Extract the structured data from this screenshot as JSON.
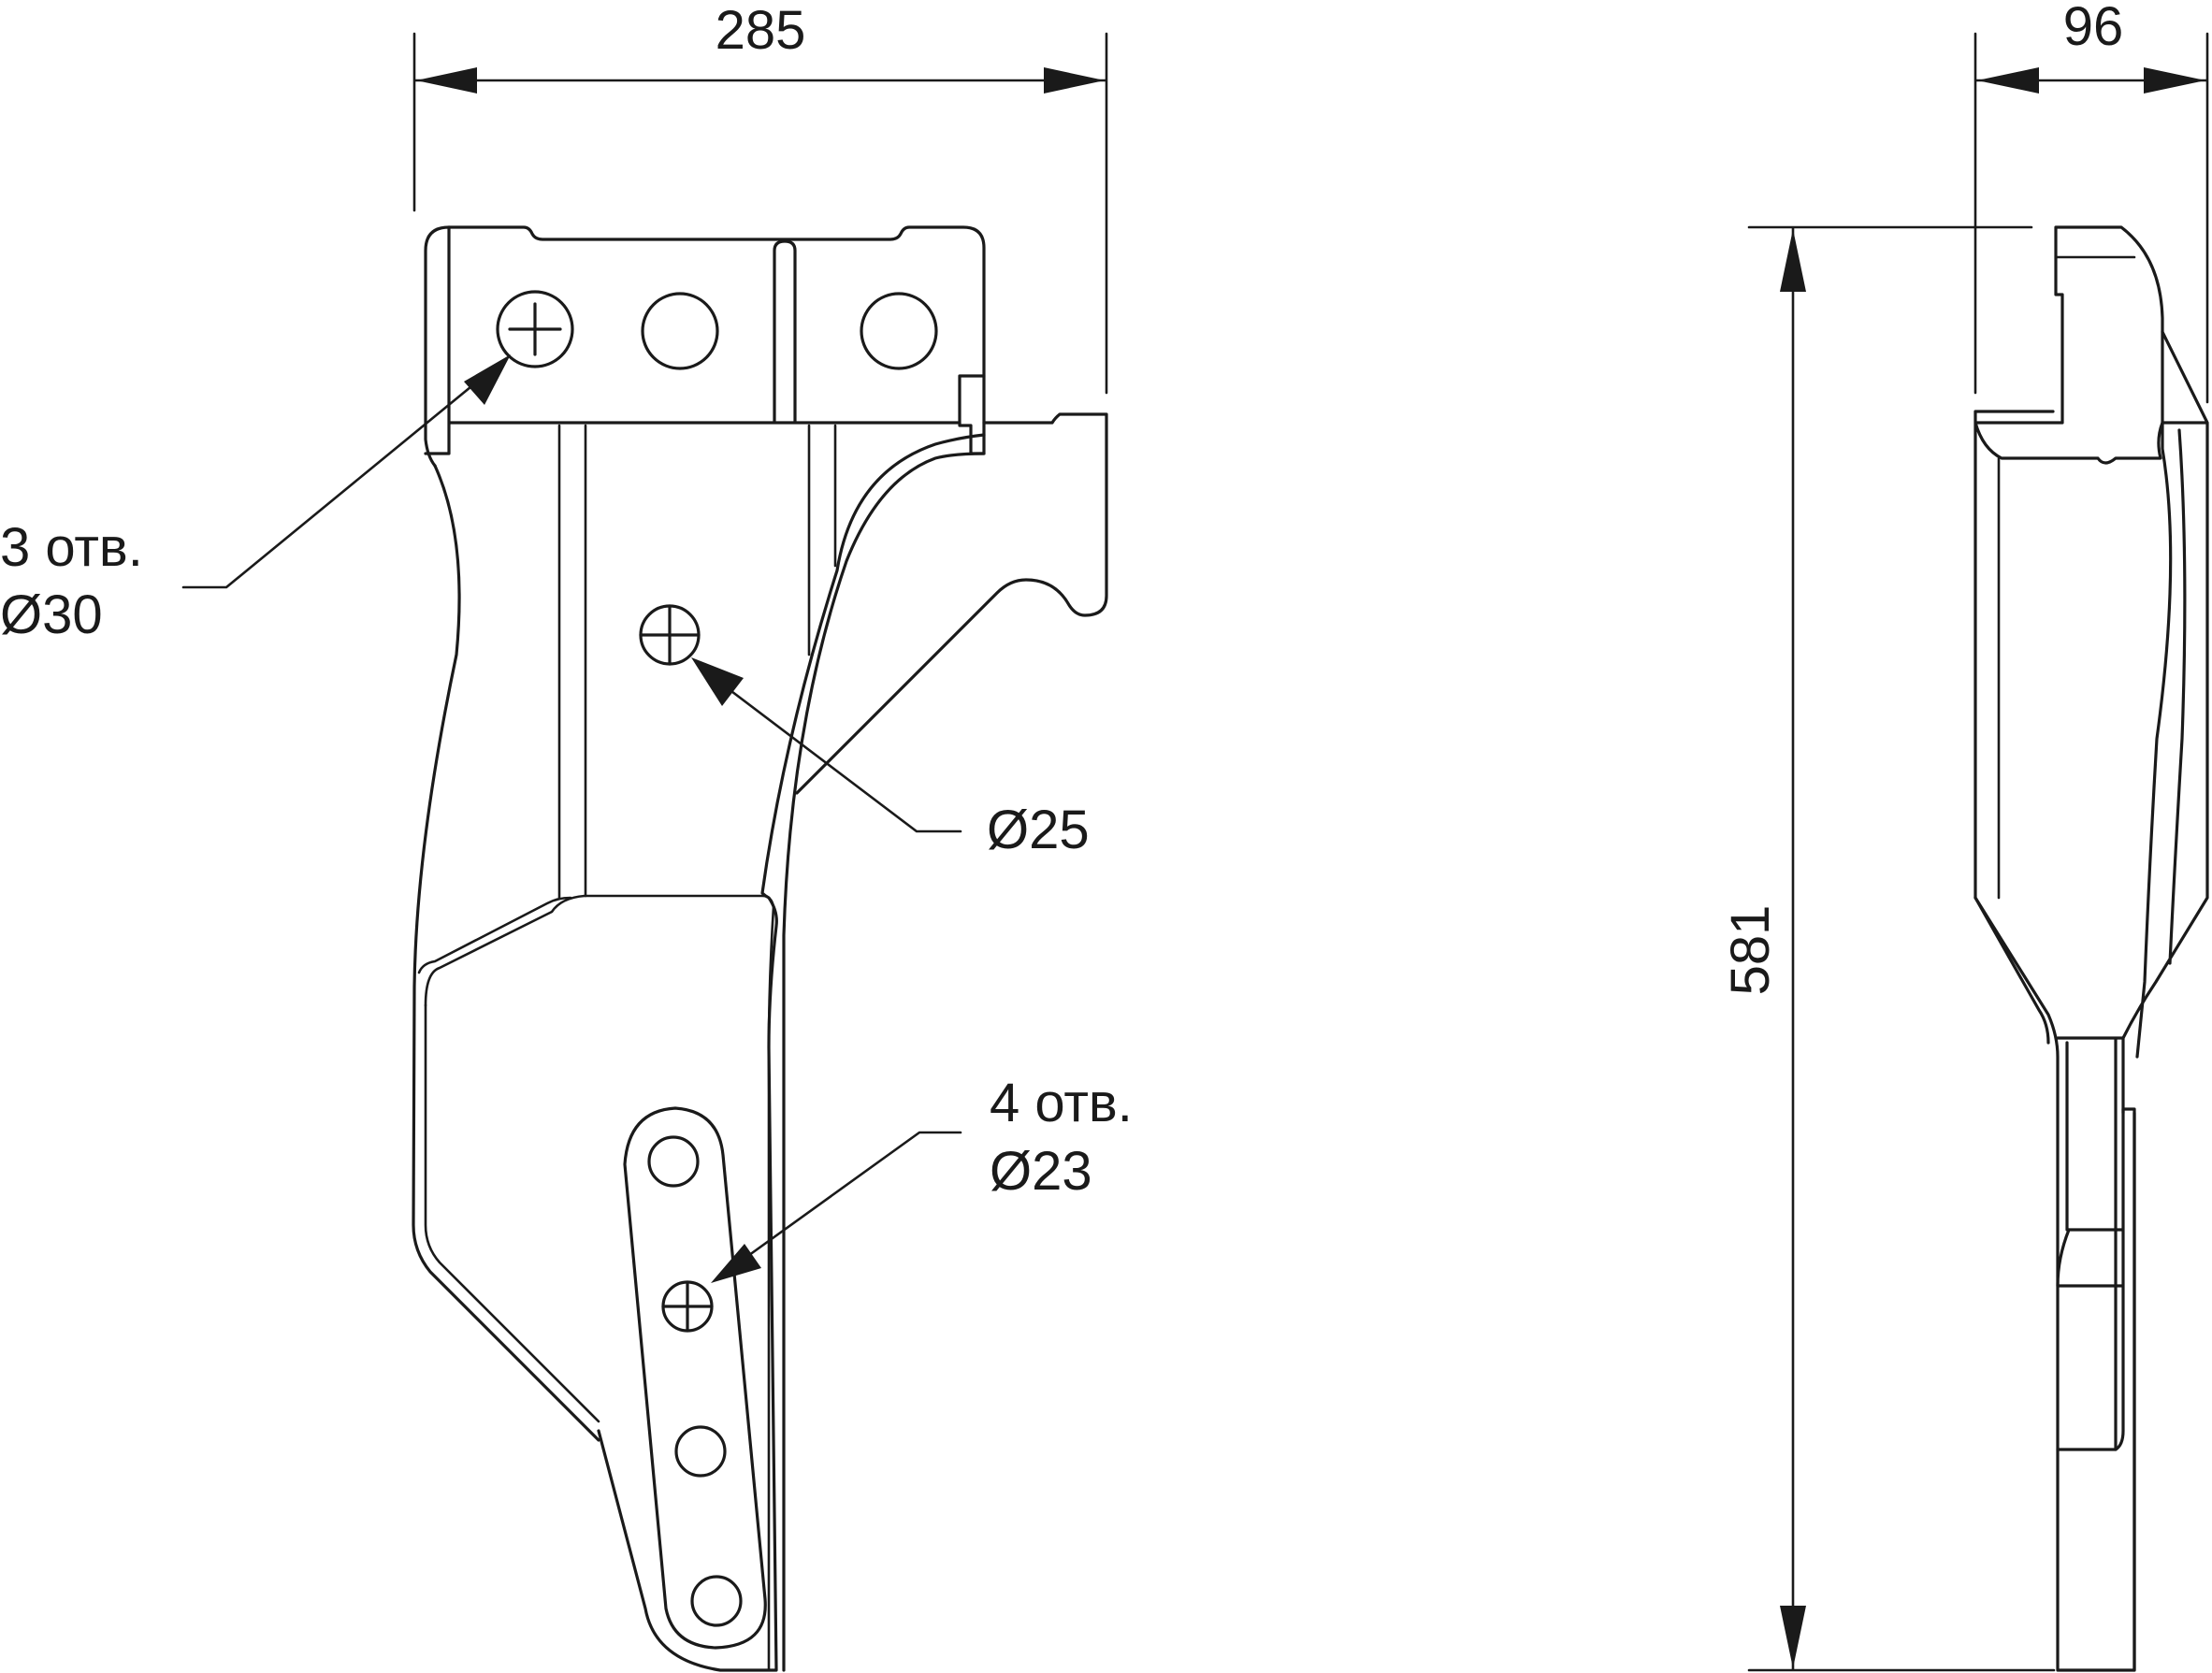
{
  "dimensions": {
    "width_label": "285",
    "depth_label": "96",
    "height_label": "581"
  },
  "callouts": {
    "holes_30": {
      "count_label": "3 отв.",
      "diameter_label": "Ø30"
    },
    "hole_25": {
      "diameter_label": "Ø25"
    },
    "holes_23": {
      "count_label": "4 отв.",
      "diameter_label": "Ø23"
    }
  },
  "views": [
    "front-view",
    "side-view"
  ]
}
